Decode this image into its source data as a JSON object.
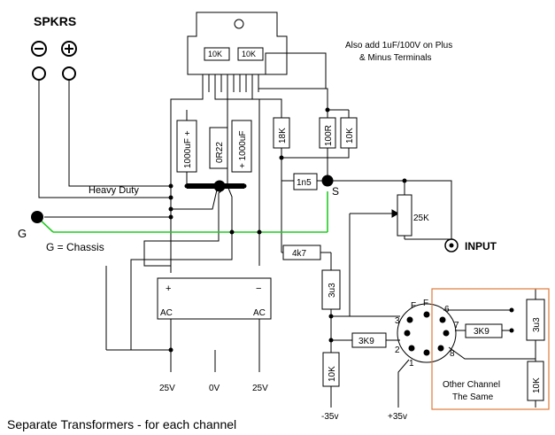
{
  "speakers": {
    "title": "SPKRS",
    "minus": "−",
    "plus": "+"
  },
  "note": {
    "line1": "Also add 1uF/100V on Plus",
    "line2": "& Minus Terminals"
  },
  "ic": {
    "r_left": "10K",
    "r_right": "10K"
  },
  "components": {
    "cap_left": "1000uF +",
    "res_0r22": "0R22",
    "cap_right": "+ 1000uF",
    "res_18k": "18K",
    "res_100r": "100R",
    "res_10k_top": "10K",
    "cap_1n5": "1n5",
    "pot_25k": "25K",
    "res_4k7": "4k7",
    "cap_3u3": "3u3",
    "res_3k9": "3K9",
    "res_10k_bottom": "10K"
  },
  "labels": {
    "heavy_duty": "Heavy Duty",
    "s": "S",
    "g": "G",
    "g_chassis": "G = Chassis",
    "input": "INPUT"
  },
  "rectifier": {
    "plus": "+",
    "minus": "−",
    "ac_left": "AC",
    "ac_right": "AC"
  },
  "supply": {
    "v1": "25V",
    "v2": "0V",
    "v3": "25V",
    "neg": "-35v",
    "pos": "+35v"
  },
  "connector": {
    "f1": "F",
    "f2": "F",
    "p3": "3",
    "p2": "2",
    "p1": "1",
    "p6": "6",
    "p7": "7",
    "p8": "8"
  },
  "other_channel": {
    "cap": "3u3",
    "res_3k9": "3K9",
    "res_10k": "10K",
    "line1": "Other Channel",
    "line2": "The Same"
  },
  "footer": "Separate Transformers - for each channel",
  "colors": {
    "wire": "#000000",
    "ground_wire": "#22cc22",
    "box_border": "#e07a3a"
  }
}
